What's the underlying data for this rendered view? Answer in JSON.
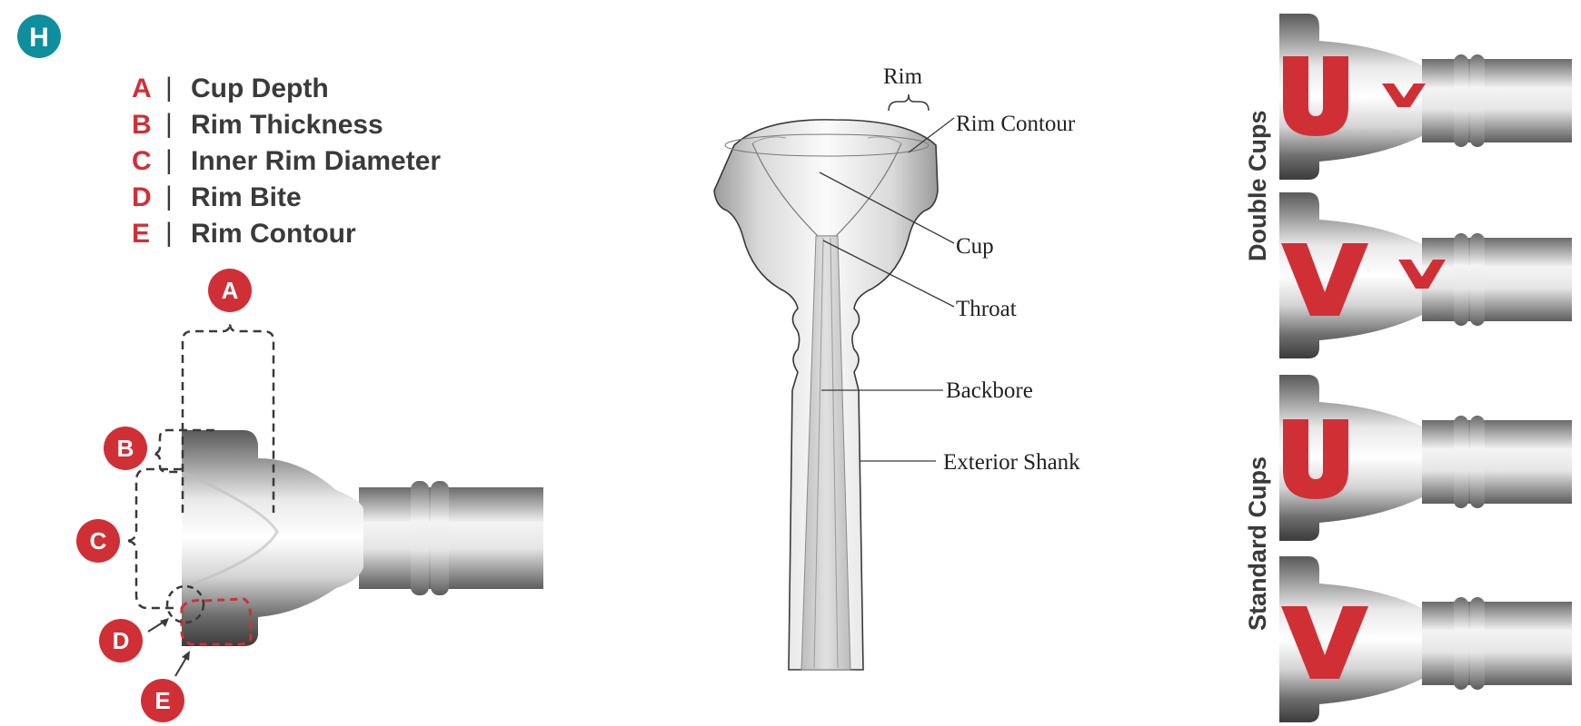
{
  "brand": {
    "logo_letter": "H",
    "logo_color": "#0f8e9e"
  },
  "legend": {
    "separator": "|",
    "items": [
      {
        "letter": "A",
        "label": "Cup Depth"
      },
      {
        "letter": "B",
        "label": "Rim Thickness"
      },
      {
        "letter": "C",
        "label": "Inner Rim Diameter"
      },
      {
        "letter": "D",
        "label": "Rim Bite"
      },
      {
        "letter": "E",
        "label": "Rim Contour"
      }
    ]
  },
  "callouts": [
    "A",
    "B",
    "C",
    "D",
    "E"
  ],
  "cross_section": {
    "labels": {
      "rim": "Rim",
      "rim_contour": "Rim Contour",
      "cup": "Cup",
      "throat": "Throat",
      "backbore": "Backbore",
      "exterior_shank": "Exterior Shank"
    }
  },
  "cup_types": {
    "groups": [
      {
        "title": "Double Cups",
        "shapes": [
          "U v",
          "V v"
        ]
      },
      {
        "title": "Standard Cups",
        "shapes": [
          "U",
          "V"
        ]
      }
    ]
  },
  "colors": {
    "accent_red": "#d12f36",
    "text_dark": "#3a3a3a",
    "teal": "#0f8e9e"
  }
}
